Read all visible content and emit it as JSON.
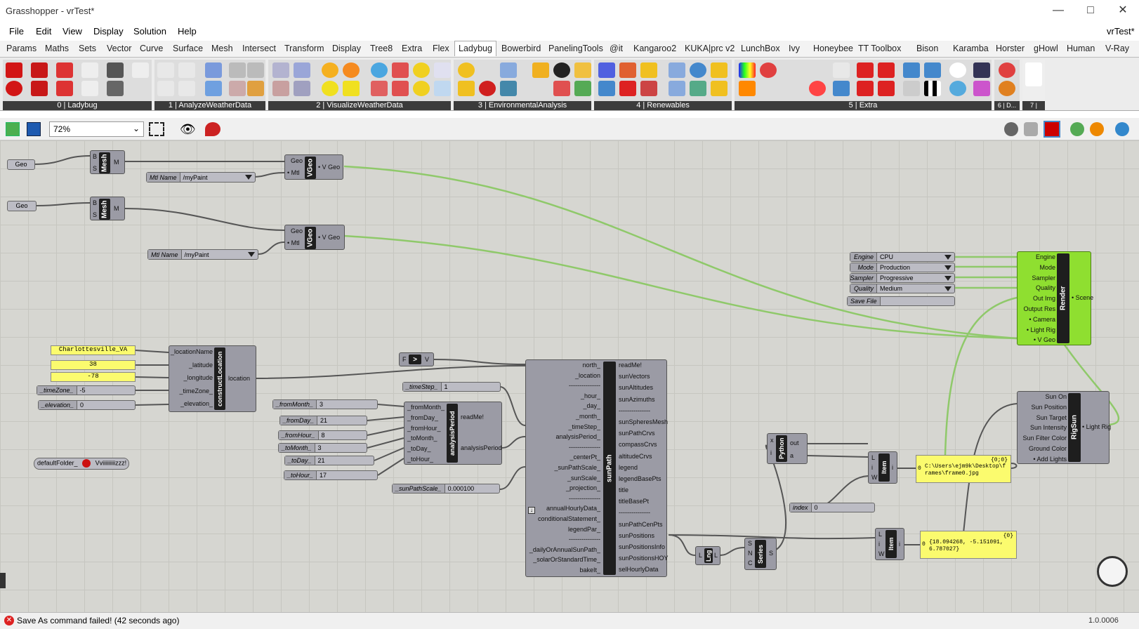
{
  "window": {
    "title": "Grasshopper - vrTest*",
    "doc_name": "vrTest*"
  },
  "menu": [
    "File",
    "Edit",
    "View",
    "Display",
    "Solution",
    "Help"
  ],
  "tabs": [
    "Params",
    "Maths",
    "Sets",
    "Vector",
    "Curve",
    "Surface",
    "Mesh",
    "Intersect",
    "Transform",
    "Display",
    "Tree8",
    "Extra",
    "Flex",
    "Ladybug",
    "Bowerbird",
    "PanelingTools",
    "@it",
    "Kangaroo2",
    "KUKA|prc v2",
    "LunchBox",
    "Ivy",
    "Honeybee",
    "TT Toolbox",
    "Bison",
    "Karamba",
    "Horster",
    "gHowl",
    "Human",
    "V-Ray"
  ],
  "active_tab": "Ladybug",
  "groups": [
    "0 | Ladybug",
    "1 | AnalyzeWeatherData",
    "2 | VisualizeWeatherData",
    "3 | EnvironmentalAnalysis",
    "4 | Renewables",
    "5 | Extra",
    "6 | D..."
  ],
  "zoom": "72%",
  "status": {
    "message": "Save As command failed! (42 seconds ago)",
    "version": "1.0.0006"
  },
  "nodes": {
    "geo1": "Geo",
    "geo2": "Geo",
    "mesh_title": "Mesh",
    "mesh_in_b": "B",
    "mesh_in_s": "S",
    "mesh_out": "M",
    "vgeo_title": "VGeo",
    "vgeo_in_geo": "Geo",
    "vgeo_in_mtl": "• Mtl",
    "vgeo_out": "• V Geo",
    "mtl_label": "Mtl Name",
    "mtl_value": "/myPaint",
    "render": {
      "title": "Render",
      "inputs": [
        "Engine",
        "Mode",
        "Sampler",
        "Quality",
        "Out Img",
        "Output Res",
        "• Camera",
        "• Light Rig",
        "• V Geo"
      ],
      "output": "• Scene"
    },
    "render_params": [
      {
        "label": "Engine",
        "value": "CPU"
      },
      {
        "label": "Mode",
        "value": "Production"
      },
      {
        "label": "Sampler",
        "value": "Progressive"
      },
      {
        "label": "Quality",
        "value": "Medium"
      }
    ],
    "save_file": "Save File",
    "rigsun": {
      "title": "RigSun",
      "inputs": [
        "Sun On",
        "Sun Position",
        "Sun Target",
        "Sun Intensity",
        "Sun Filter Color",
        "Ground Color",
        "• Add Lights"
      ],
      "output": "• Light Rig"
    },
    "location": {
      "title": "constructLocation",
      "inputs": [
        "_locationName",
        "_latitude",
        "_longitude",
        "_timeZone_",
        "_elevation_"
      ],
      "output": "location"
    },
    "loc_name": "Charlottesville_VA",
    "loc_lat": "38",
    "loc_lon": "-78",
    "tz_label": "_timeZone_",
    "tz_value": "-5",
    "elev_label": "_elevation_",
    "elev_value": "0",
    "default_folder": "defaultFolder_",
    "default_folder_value": "Vviiiiiiiiizzz!",
    "bool": {
      "in": "F",
      "title": ">",
      "out": "V"
    },
    "timestep_label": "_timeStep_",
    "timestep_value": "1",
    "analysis": {
      "title": "analysisPeriod",
      "inputs": [
        "_fromMonth_",
        "_fromDay_",
        "_fromHour_",
        "_toMonth_",
        "_toDay_",
        "_toHour_"
      ],
      "outputs": [
        "readMe!",
        "analysisPeriod"
      ]
    },
    "ap_sliders": [
      {
        "label": "_fromMonth_",
        "value": "3"
      },
      {
        "label": "_fromDay_",
        "value": "21"
      },
      {
        "label": "_fromHour_",
        "value": "8"
      },
      {
        "label": "_toMonth_",
        "value": "3"
      },
      {
        "label": "_toDay_",
        "value": "21"
      },
      {
        "label": "_toHour_",
        "value": "17"
      }
    ],
    "sps_label": "_sunPathScale_",
    "sps_value": "0.000100",
    "sunpath": {
      "title": "sunPath",
      "inputs": [
        "north_",
        "_location",
        "---------------",
        "_hour_",
        "_day_",
        "_month_",
        "_timeStep_",
        "analysisPeriod_",
        "---------------",
        "_centerPt_",
        "_sunPathScale_",
        "_sunScale_",
        "_projection_",
        "---------------",
        "annualHourlyData_",
        "conditionalStatement_",
        "legendPar_",
        "---------------",
        "_dailyOrAnnualSunPath_",
        "_solarOrStandardTime_",
        "bakeIt_"
      ],
      "outputs": [
        "readMe!",
        "sunVectors",
        "sunAltitudes",
        "sunAzimuths",
        "---------------",
        "sunSpheresMesh",
        "sunPathCrvs",
        "compassCrvs",
        "altitudeCrvs",
        "legend",
        "legendBasePts",
        "title",
        "titleBasePt",
        "---------------",
        "sunPathCenPts",
        "sunPositions",
        "sunPositionsInfo",
        "sunPositionsHOY",
        "selHourlyData"
      ]
    },
    "python": {
      "title": "Python",
      "in_x": "x",
      "in_i": "i",
      "out1": "out",
      "out2": "a"
    },
    "index_label": "index",
    "index_value": "0",
    "item": {
      "title": "Item",
      "in_l": "L",
      "in_i": "i",
      "in_w": "W",
      "out": "i"
    },
    "panel1": {
      "head": "{0;0}",
      "idx": "0",
      "text": "C:\\Users\\ejm9k\\Desktop\\frames\\frame0.jpg"
    },
    "panel2": {
      "head": "{0}",
      "idx": "0",
      "text": "{18.094268, -5.151091, 6.787027}"
    },
    "lng": {
      "title": "Lng",
      "in": "L",
      "out": "L"
    },
    "series": {
      "title": "Series",
      "in_s": "S",
      "in_n": "N",
      "in_c": "C",
      "out": "S"
    }
  },
  "colors": {
    "canvas": "#d6d6d1",
    "component": "#9b9ba5",
    "render_green": "#8fdf30",
    "panel_yellow": "#fbfb6e",
    "wire_green": "#8fc96a"
  }
}
